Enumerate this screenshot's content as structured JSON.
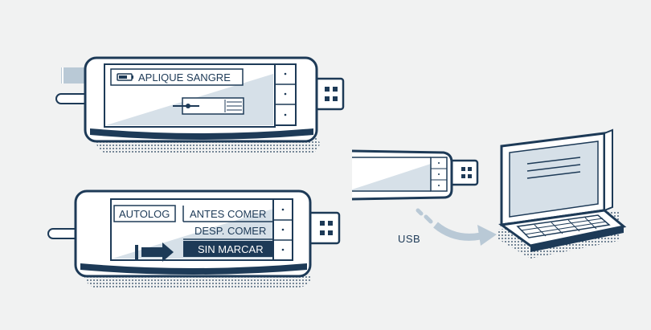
{
  "colors": {
    "background": "#f1f2f2",
    "outline": "#1d3a57",
    "screen": "#d6e0e8",
    "arrow": "#b9c9d6",
    "highlight": "#1d3a57"
  },
  "meter_top": {
    "screen_label": "APLIQUE SANGRE",
    "battery_icon": "battery-icon",
    "strip_icon": "test-strip-icon"
  },
  "meter_bottom": {
    "autolog_label": "AUTOLOG",
    "menu": [
      {
        "label": "ANTES COMER",
        "selected": false
      },
      {
        "label": "DESP. COMER",
        "selected": false
      },
      {
        "label": "SIN MARCAR",
        "selected": true
      }
    ]
  },
  "connection": {
    "label": "USB"
  }
}
